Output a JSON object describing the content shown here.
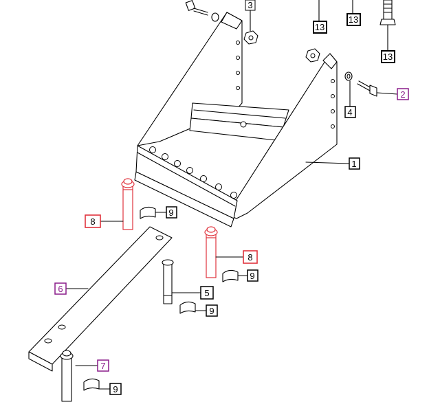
{
  "callouts": [
    {
      "id": "c-1",
      "text": "1",
      "color": "#000000"
    },
    {
      "id": "c-2",
      "text": "2",
      "color": "#8a1c8a"
    },
    {
      "id": "c-3",
      "text": "3",
      "color": "#000000"
    },
    {
      "id": "c-4",
      "text": "4",
      "color": "#000000"
    },
    {
      "id": "c-5",
      "text": "5",
      "color": "#000000"
    },
    {
      "id": "c-6",
      "text": "6",
      "color": "#8a1c8a"
    },
    {
      "id": "c-7",
      "text": "7",
      "color": "#8a1c8a"
    },
    {
      "id": "c-8a",
      "text": "8",
      "color": "#e0323c"
    },
    {
      "id": "c-8b",
      "text": "8",
      "color": "#e0323c"
    },
    {
      "id": "c-9a",
      "text": "9",
      "color": "#000000"
    },
    {
      "id": "c-9b",
      "text": "9",
      "color": "#000000"
    },
    {
      "id": "c-9c",
      "text": "9",
      "color": "#000000"
    },
    {
      "id": "c-9d",
      "text": "9",
      "color": "#000000"
    },
    {
      "id": "c-13a",
      "text": "13",
      "color": "#000000"
    },
    {
      "id": "c-13b",
      "text": "13",
      "color": "#000000"
    },
    {
      "id": "c-13c",
      "text": "13",
      "color": "#000000"
    }
  ]
}
